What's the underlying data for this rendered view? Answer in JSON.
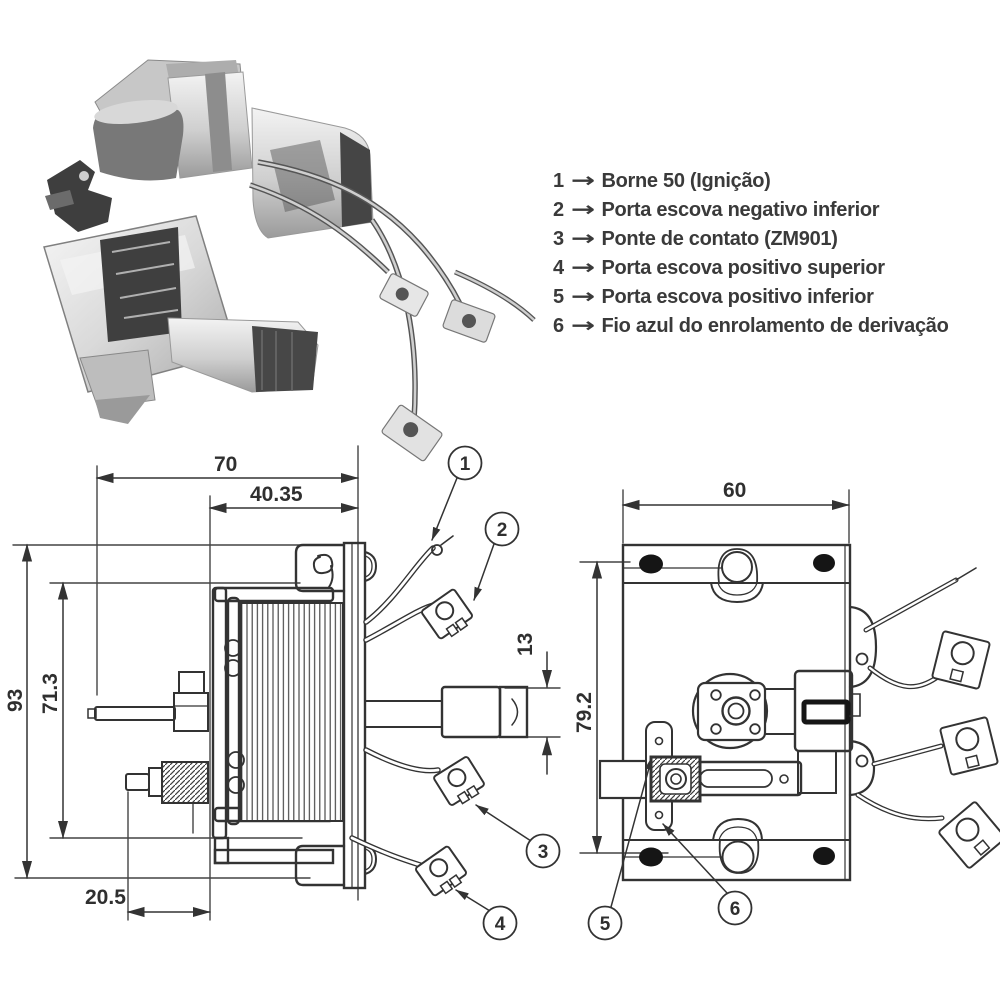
{
  "legend": {
    "arrow_icon": "→",
    "items": [
      {
        "num": "1",
        "label": "Borne 50 (Ignição)"
      },
      {
        "num": "2",
        "label": "Porta escova negativo inferior"
      },
      {
        "num": "3",
        "label": "Ponte de contato (ZM901)"
      },
      {
        "num": "4",
        "label": "Porta escova positivo superior"
      },
      {
        "num": "5",
        "label": "Porta escova positivo inferior"
      },
      {
        "num": "6",
        "label": "Fio azul do enrolamento de derivação"
      }
    ]
  },
  "side_view": {
    "dim_width_total": "70",
    "dim_width_inner": "40.35",
    "dim_height_total": "93",
    "dim_height_inner": "71.3",
    "dim_plunger_diameter": "13",
    "dim_stud_offset": "20.5",
    "callouts": [
      "1",
      "2",
      "3",
      "4"
    ]
  },
  "rear_view": {
    "dim_width": "60",
    "dim_height": "79.2",
    "callouts": [
      "5",
      "6"
    ]
  },
  "colors": {
    "line": "#333333",
    "text": "#2f2f2f",
    "photo_dark": "#454545",
    "photo_light": "#ececec"
  }
}
